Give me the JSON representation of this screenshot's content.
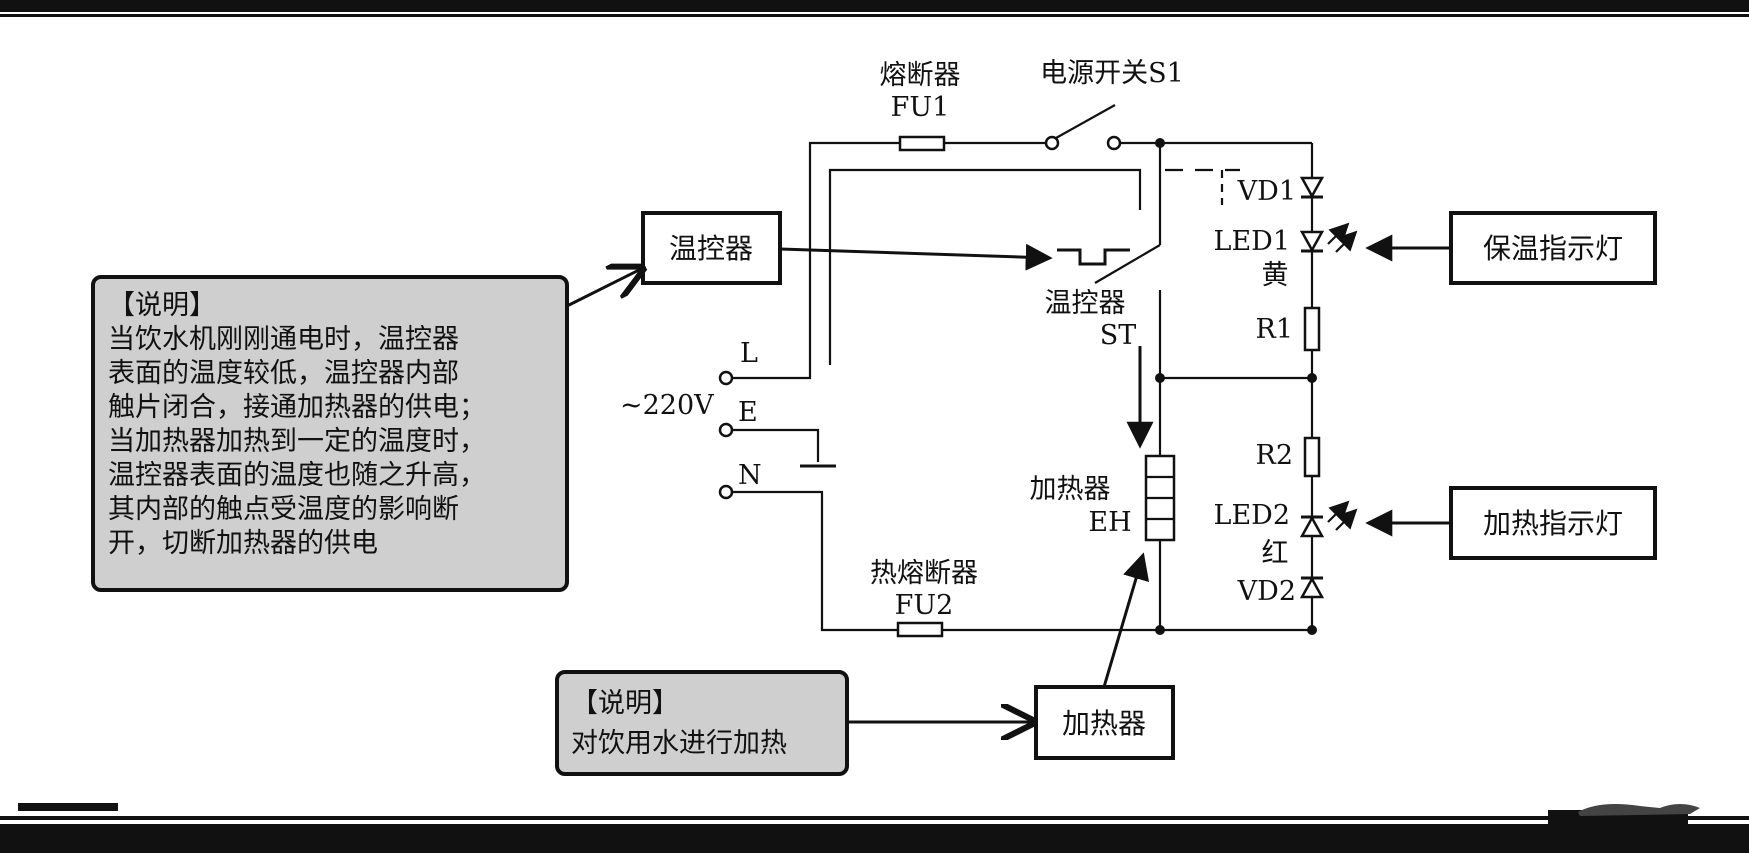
{
  "components": {
    "fuse1": [
      "熔断器",
      "FU1"
    ],
    "switch": "电源开关S1",
    "vd1": "VD1",
    "led1": [
      "LED1",
      "黄"
    ],
    "thermostat": [
      "温控器",
      "ST"
    ],
    "r1": "R1",
    "r2": "R2",
    "heater": [
      "加热器",
      "EH"
    ],
    "led2": [
      "LED2",
      "红"
    ],
    "vd2": "VD2",
    "fuse2": [
      "热熔断器",
      "FU2"
    ],
    "supply": "~220V",
    "terminals": [
      "L",
      "E",
      "N"
    ]
  },
  "boxes": {
    "thermostat": "温控器",
    "keep_warm_lamp": "保温指示灯",
    "heating_lamp": "加热指示灯",
    "heater": "加热器"
  },
  "notes": {
    "left": {
      "lines": [
        "【说明】",
        "当饮水机刚刚通电时，温控器",
        "表面的温度较低，温控器内部",
        "触片闭合，接通加热器的供电；",
        "当加热器加热到一定的温度时，",
        "温控器表面的温度也随之升高，",
        "其内部的触点受温度的影响断",
        "开，切断加热器的供电"
      ]
    },
    "bottom": {
      "lines": [
        "【说明】",
        "对饮用水进行加热"
      ]
    }
  }
}
